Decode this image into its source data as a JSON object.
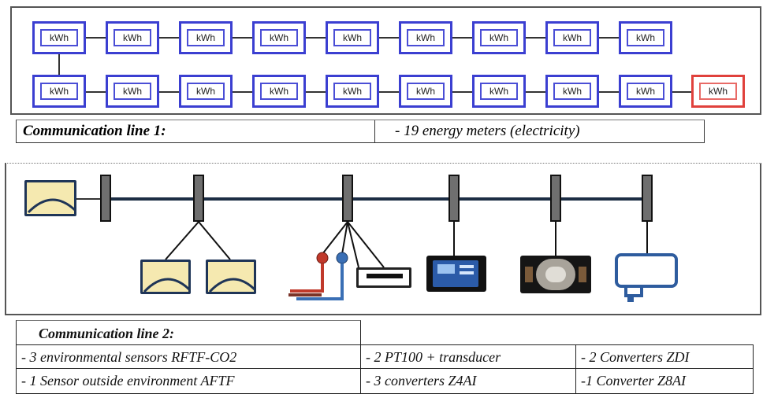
{
  "line1": {
    "meter_label": "kWh",
    "caption_title": "Communication line 1:",
    "caption_desc": "- 19 energy meters (electricity)"
  },
  "line2": {
    "caption_title": "Communication line 2:",
    "rows": [
      [
        "- 3 environmental sensors RFTF-CO2",
        "- 2 PT100 + transducer",
        "- 2 Converters ZDI"
      ],
      [
        "- 1 Sensor outside environment AFTF",
        "- 3 converters Z4AI",
        "-1 Converter Z8AI"
      ]
    ]
  },
  "colors": {
    "meter_border": "#3b3fd1",
    "meter_highlight": "#e0413c",
    "bus": "#1c2d44",
    "coupler": "#6f6f6f",
    "sensor_fill": "#f5e9b0"
  }
}
